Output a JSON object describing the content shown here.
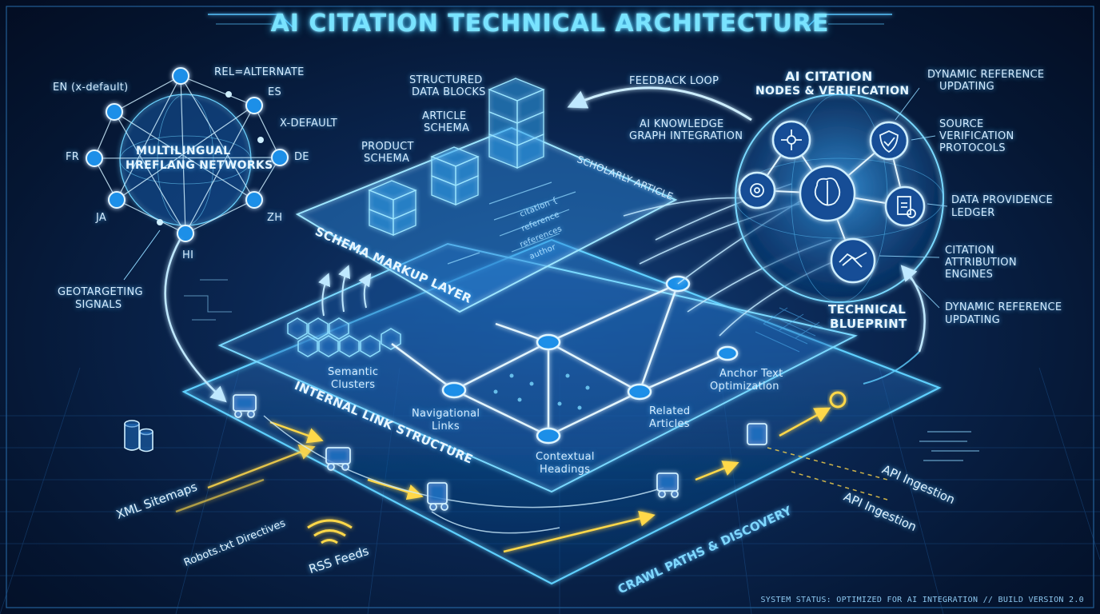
{
  "title": "AI CITATION TECHNICAL ARCHITECTURE",
  "status_line": "SYSTEM STATUS: OPTIMIZED FOR AI INTEGRATION // BUILD VERSION 2.0",
  "multilingual": {
    "name_line1": "MULTILINGUAL",
    "name_line2": "HREFLANG NETWORKS",
    "languages": [
      "EN (x-default)",
      "REL=ALTERNATE",
      "ES",
      "X-DEFAULT",
      "DE",
      "ZH",
      "HI",
      "JA",
      "FR"
    ],
    "geotargeting": [
      "GEOTARGETING",
      "SIGNALS"
    ]
  },
  "schema": {
    "layer_label": "SCHEMA MARKUP LAYER",
    "structured": [
      "STRUCTURED",
      "DATA BLOCKS"
    ],
    "article": [
      "ARTICLE",
      "SCHEMA"
    ],
    "product": [
      "PRODUCT",
      "SCHEMA"
    ],
    "scholarly": "SCHOLARLY ARTICLE",
    "code_lines": [
      "citation {",
      "reference",
      "references",
      "author"
    ]
  },
  "feedback_loop": "FEEDBACK LOOP",
  "knowledge_graph": [
    "AI KNOWLEDGE",
    "GRAPH INTEGRATION"
  ],
  "ai_citation": {
    "title1": "AI CITATION",
    "title2": "NODES & VERIFICATION",
    "items": [
      [
        "DYNAMIC REFERENCE",
        "UPDATING"
      ],
      [
        "SOURCE",
        "VERIFICATION",
        "PROTOCOLS"
      ],
      [
        "DATA PROVIDENCE",
        "LEDGER"
      ],
      [
        "CITATION",
        "ATTRIBUTION",
        "ENGINES"
      ],
      [
        "DYNAMIC REFERENCE",
        "UPDATING"
      ]
    ],
    "blueprint": [
      "TECHNICAL",
      "BLUEPRINT"
    ]
  },
  "internal_links": {
    "layer_label": "INTERNAL LINK STRUCTURE",
    "semantic": [
      "Semantic",
      "Clusters"
    ],
    "navigational": [
      "Navigational",
      "Links"
    ],
    "contextual": [
      "Contextual",
      "Headings"
    ],
    "related": [
      "Related",
      "Articles"
    ],
    "anchor": [
      "Anchor Text",
      "Optimization"
    ]
  },
  "crawl": {
    "layer_label": "CRAWL PATHS & DISCOVERY",
    "xml": "XML Sitemaps",
    "robots": "Robots.txt Directives",
    "rss": "RSS Feeds",
    "api1": "API Ingestion",
    "api2": "API Ingestion"
  },
  "colors": {
    "glow": "#5cc8ff",
    "accent_yellow": "#ffd84a",
    "title": "#79e3ff"
  },
  "icons": [
    "crawler-robot-icon",
    "wifi-icon",
    "database-icon",
    "brain-icon",
    "shield-check-icon",
    "document-check-icon",
    "handshake-icon",
    "network-icon"
  ]
}
